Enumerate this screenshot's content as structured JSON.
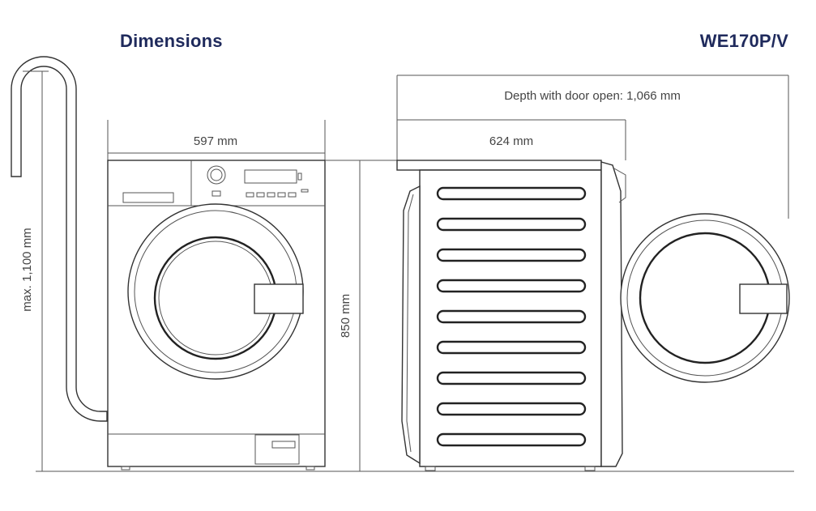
{
  "header": {
    "title": "Dimensions",
    "model": "WE170P/V"
  },
  "dimensions": {
    "depth_door_open": "Depth with door open: 1,066 mm",
    "width": "597 mm",
    "depth": "624 mm",
    "height": "850 mm",
    "max_height": "max. 1,100 mm"
  },
  "colors": {
    "heading": "#1f2a5c",
    "line": "#333333",
    "text": "#444444"
  }
}
